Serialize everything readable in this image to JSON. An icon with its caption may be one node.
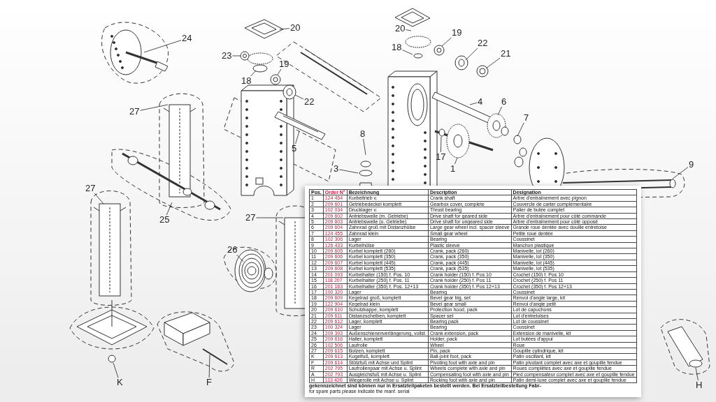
{
  "diagram": {
    "nodes": [
      {
        "text": [
          "24"
        ]
      },
      {
        "text": [
          "20"
        ]
      },
      {
        "text": [
          "23"
        ]
      },
      {
        "text": [
          "19"
        ]
      },
      {
        "text": [
          "18"
        ]
      },
      {
        "text": [
          "22"
        ]
      },
      {
        "text": [
          "27"
        ]
      },
      {
        "text": [
          "5"
        ]
      },
      {
        "text": [
          "8"
        ]
      },
      {
        "text": [
          "3"
        ]
      },
      {
        "text": [
          "27"
        ]
      },
      {
        "text": [
          "25"
        ]
      },
      {
        "text": [
          "27"
        ]
      },
      {
        "text": [
          "26"
        ]
      },
      {
        "text": [
          "20"
        ]
      },
      {
        "text": [
          "18"
        ]
      },
      {
        "text": [
          "19"
        ]
      },
      {
        "text": [
          "22"
        ]
      },
      {
        "text": [
          "21"
        ]
      },
      {
        "text": [
          "4"
        ]
      },
      {
        "text": [
          "6"
        ]
      },
      {
        "text": [
          "7"
        ]
      },
      {
        "text": [
          "17"
        ]
      },
      {
        "text": [
          "1"
        ]
      },
      {
        "text": [
          "9"
        ]
      },
      {
        "text": [
          "K"
        ]
      },
      {
        "text": [
          "F"
        ]
      },
      {
        "text": [
          "H"
        ]
      }
    ],
    "edges": [
      {
        "from": 0,
        "to": null,
        "arrow": "none"
      },
      {
        "from": 1,
        "to": null,
        "arrow": "none"
      },
      {
        "from": 2,
        "to": null,
        "arrow": "none"
      },
      {
        "from": 3,
        "to": null,
        "arrow": "none"
      },
      {
        "from": 4,
        "to": null,
        "arrow": "none"
      },
      {
        "from": 5,
        "to": null,
        "arrow": "none"
      },
      {
        "from": 6,
        "to": null,
        "arrow": "none"
      },
      {
        "from": 7,
        "to": null,
        "arrow": "none"
      },
      {
        "from": 8,
        "to": null,
        "arrow": "none"
      },
      {
        "from": 9,
        "to": null,
        "arrow": "none"
      },
      {
        "from": 10,
        "to": null,
        "arrow": "none"
      },
      {
        "from": 11,
        "to": null,
        "arrow": "none"
      },
      {
        "from": 12,
        "to": null,
        "arrow": "none"
      },
      {
        "from": 13,
        "to": null,
        "arrow": "none"
      },
      {
        "from": 14,
        "to": null,
        "arrow": "none"
      },
      {
        "from": 15,
        "to": null,
        "arrow": "none"
      },
      {
        "from": 16,
        "to": null,
        "arrow": "none"
      },
      {
        "from": 17,
        "to": null,
        "arrow": "none"
      },
      {
        "from": 18,
        "to": null,
        "arrow": "none"
      },
      {
        "from": 19,
        "to": null,
        "arrow": "none"
      },
      {
        "from": 20,
        "to": null,
        "arrow": "none"
      },
      {
        "from": 21,
        "to": null,
        "arrow": "none"
      },
      {
        "from": 22,
        "to": null,
        "arrow": "none"
      },
      {
        "from": 23,
        "to": null,
        "arrow": "none"
      },
      {
        "from": 24,
        "to": null,
        "arrow": "none"
      },
      {
        "from": 25,
        "to": null,
        "arrow": "none"
      },
      {
        "from": 26,
        "to": null,
        "arrow": "none"
      },
      {
        "from": 27,
        "to": null,
        "arrow": "none"
      }
    ],
    "labels": [
      "Pos.",
      "Order N°",
      "Bezeichnung",
      "Description",
      "Désignation",
      "1",
      "124 454",
      "Kurbeltrieb v.",
      "Crank shaft",
      "Arbre d'entraînement avec pignon",
      "2",
      "209 601",
      "Getriebedeckel komplett",
      "Gearbox cover, complete",
      "Couvercle de carter complémentaire",
      "3",
      "102 034",
      "Drucklager v.",
      "Thrust bearing",
      "Palier de butée complet",
      "4",
      "209 602",
      "Antriebswelle (m. Getriebe)",
      "Drive shaft for geared side",
      "Arbre d'entraînement pour côté commande",
      "5",
      "209 603",
      "Antriebswelle (o. Getriebe)",
      "Drive shaft for ungeared side",
      "Arbre d'entraînement pour côté opposé",
      "6",
      "209 604",
      "Zahnrad groß mit Distanzhülse",
      "Large gear wheel incl. spacer sleeve",
      "Grande roue dentée avec douille entretoise",
      "7",
      "124 455",
      "Zahnrad klein",
      "Small gear wheel",
      "Petite roue dentée",
      "8",
      "102 306",
      "Lager",
      "Bearing",
      "Coussinet",
      "9",
      "126 433",
      "Kurbelhülse",
      "Plastic sleeve",
      "Manchon plastique",
      "10",
      "209 605",
      "Kurbel komplett (260)",
      "Crank, pack (260)",
      "Manivelle, lot (260)",
      "11",
      "209 606",
      "Kurbel komplett (350)",
      "Crank, pack (350)",
      "Manivelle, lot (350)",
      "12",
      "209 607",
      "Kurbel komplett (445)",
      "Crank, pack (445)",
      "Manivelle, lot (445)",
      "13",
      "209 608",
      "Kurbel komplett (535)",
      "Crank, pack (535)",
      "Manivelle, lot (535)",
      "14",
      "201 093",
      "Kurbelhalter (150) f. Pos. 10",
      "Crank holder (150) f. Pos 10",
      "Crochet (150) f. Pos 10",
      "15",
      "118 207",
      "Kurbelhalter (250) f. Pos. 11",
      "Crank holder (250) f. Pos 11",
      "Crochet (250) f. Pos 11",
      "16",
      "201 183",
      "Kurbelhalter (350) f. Pos. 12+13",
      "Crank holder (350) f. Pos 12+13",
      "Crochet (350) f. Pos 12+13",
      "17",
      "100 320",
      "Lager",
      "Bearing",
      "Coussinet",
      "18",
      "209 609",
      "Kegelrad groß, komplett",
      "Bevel gear big, set",
      "Renvoi d'angle large, kit",
      "19",
      "122 904",
      "Kegelrad klein",
      "Bevel gear small",
      "Renvoi d'angle petit",
      "20",
      "209 610",
      "Schutzkappe, komplett",
      "Protection hood, pack",
      "Lot de capuchons",
      "21",
      "209 611",
      "Distanzscheiben, komplett",
      "Spacer set",
      "Lot d'entretoises",
      "22",
      "209 612",
      "Lager, komplett",
      "Bearing pack",
      "Lot de coussinet",
      "23",
      "100 324",
      "Lager",
      "Bearing",
      "Coussinet",
      "24",
      "209 393",
      "Außenschienenverlängerung, vollst.",
      "Crank extension, pack",
      "Extension de manivelle, kit",
      "25",
      "209 616",
      "Halter, komplett",
      "Holder, pack",
      "Lot butées d'appui",
      "26",
      "102 506",
      "Laufrolle",
      "Wheel",
      "Roue",
      "27",
      "209 615",
      "Bolzen, komplett",
      "Pin, pack",
      "Goupille cylindrique, kit",
      "K",
      "209 613",
      "Kugelfuß, komplett",
      "Ball-joint foot, pack",
      "Patin oscillant, kit",
      "F",
      "209 614",
      "Stützfuß mit Achse und Splint",
      "Pivoting foot with axle and pin",
      "Patin pivotant complet avec axe et goupille fendue",
      "R",
      "202 795",
      "Laufrollenpaar mit Achse u. Splint",
      "Wheels complete with axle and pin",
      "Roues complètes avec axe et goupille fendue",
      "A",
      "202 793",
      "Ausgleichsfuß mit Achse u. Splint",
      "Compensating foot with axle and pin",
      "Pied compensateur complet avec axe et goupille fendue",
      "H",
      "113 420",
      "Wiegerolle mit Achse u. Splint",
      "Rocking foot with axle and pin",
      "Patin demi-lune complet avec axe et goupille fendue",
      "gekennzeichnet sind können nur in Ersatzteilpaketen bestellt werden. Bei Ersatzteilbestellung Fabr-",
      "for spare parts please indicate the manf. serial"
    ]
  }
}
